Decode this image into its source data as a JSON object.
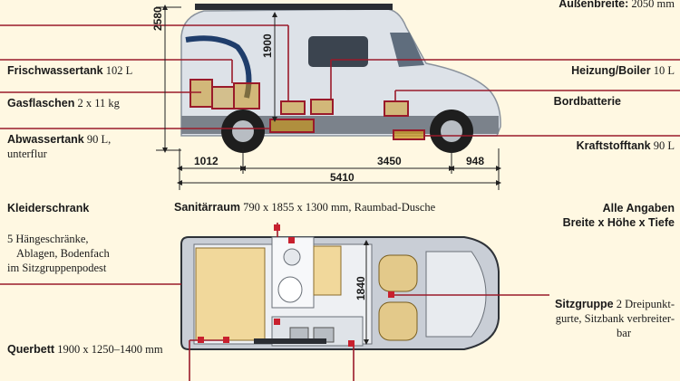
{
  "header": {
    "aussenbreite_label": "Außenbreite:",
    "aussenbreite_value": "2050 mm"
  },
  "side_view": {
    "labels": {
      "frischwassertank": {
        "name": "Frischwassertank",
        "value": "102 L"
      },
      "gasflaschen": {
        "name": "Gasflaschen",
        "value": "2 x 11 kg"
      },
      "abwassertank": {
        "name": "Abwassertank",
        "value": "90 L,",
        "value2": "unterflur"
      },
      "heizung": {
        "name": "Heizung/Boiler",
        "value": "10 L"
      },
      "bordbatterie": {
        "name": "Bordbatterie"
      },
      "kraftstofftank": {
        "name": "Kraftstofftank",
        "value": "90 L"
      }
    },
    "dimensions": {
      "height_total": "2580",
      "height_inner": "1900",
      "overhang_rear": "1012",
      "wheelbase": "3450",
      "overhang_front": "948",
      "length_total": "5410"
    }
  },
  "floor_plan": {
    "labels": {
      "kleiderschrank": {
        "name": "Kleiderschrank"
      },
      "haengeschraenke": {
        "line1": "5 Hängeschränke,",
        "line2": "Ablagen, Bodenfach",
        "line3": "im Sitzgruppenpodest"
      },
      "sanitaerraum": {
        "name": "Sanitärraum",
        "value": "790 x 1855 x 1300 mm, Raumbad-Dusche"
      },
      "alle_angaben": {
        "line1": "Alle Angaben",
        "line2": "Breite x Höhe x Tiefe"
      },
      "sitzgruppe": {
        "name": "Sitzgruppe",
        "value": "2 Dreipunkt-",
        "value2": "gurte, Sitzbank verbreiter-",
        "value3": "bar"
      },
      "querbett": {
        "name": "Querbett",
        "value": "1900 x 1250–1400 mm"
      }
    },
    "dimensions": {
      "interior_width": "1840"
    }
  },
  "colors": {
    "background": "#fff8e2",
    "leader_line": "#9a1a2a",
    "marker": "#c8202e",
    "highlight_fill": "#c8941e",
    "van_body": "#dfe3e8",
    "van_stripe": "#1f3d6b"
  }
}
